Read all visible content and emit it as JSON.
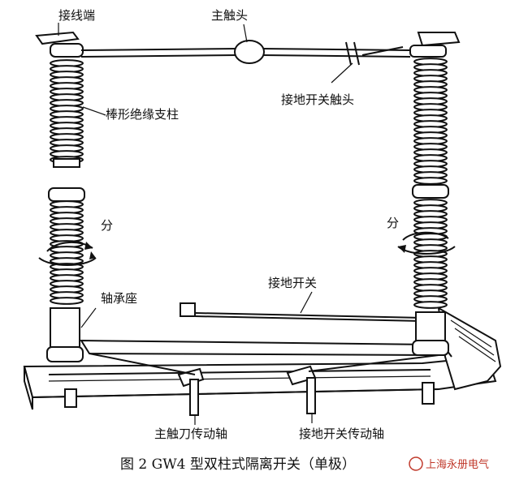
{
  "labels": {
    "terminal": "接线端",
    "main_contact": "主触头",
    "insulator_post": "棒形绝缘支柱",
    "ground_contact": "接地开关触头",
    "open_left": "分",
    "open_right": "分",
    "bearing_seat": "轴承座",
    "ground_switch": "接地开关",
    "main_blade_shaft": "主触刀传动轴",
    "ground_switch_shaft": "接地开关传动轴"
  },
  "caption": "图 2   GW4 型双柱式隔离开关（单极）",
  "watermark": "上海永册电气",
  "colors": {
    "ink": "#111111",
    "watermark": "#c0392b"
  }
}
